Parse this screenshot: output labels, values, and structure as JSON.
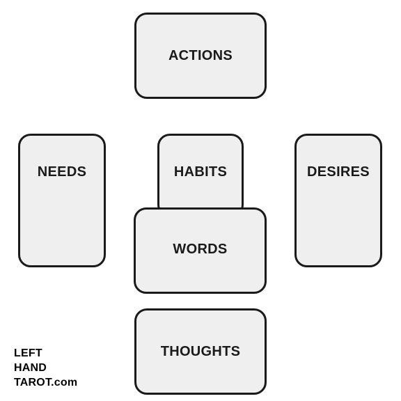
{
  "cards": {
    "actions": "ACTIONS",
    "needs": "NEEDS",
    "habits": "HABITS",
    "desires": "DESIRES",
    "words": "WORDS",
    "thoughts": "THOUGHTS"
  },
  "brand": {
    "line1": "LEFT",
    "line2": "HAND",
    "line3": "TAROT.com"
  },
  "colors": {
    "card_fill": "#efefef",
    "card_border": "#1a1a1a"
  }
}
